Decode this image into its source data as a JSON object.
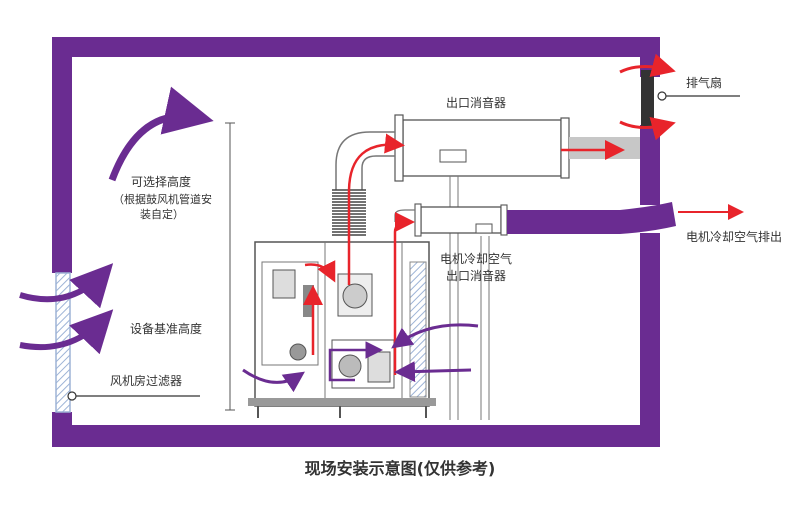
{
  "labels": {
    "exhaust_fan": "排气扇",
    "outlet_silencer": "出口消音器",
    "selectable_height": "可选择高度",
    "selectable_height_note_1": "（根据鼓风机管道安",
    "selectable_height_note_2": "装自定）",
    "motor_cooling_silencer_1": "电机冷却空气",
    "motor_cooling_silencer_2": "出口消音器",
    "motor_cooling_exhaust": "电机冷却空气排出",
    "equipment_base_height": "设备基准高度",
    "room_filter": "风机房过滤器"
  },
  "caption": "现场安装示意图(仅供参考)",
  "colors": {
    "wall": "#6a2c91",
    "flow_arrow": "#6a2c91",
    "hot_air_arrow": "#e8242b",
    "duct": "#8a8a8a",
    "filter": "#9db3d6"
  }
}
